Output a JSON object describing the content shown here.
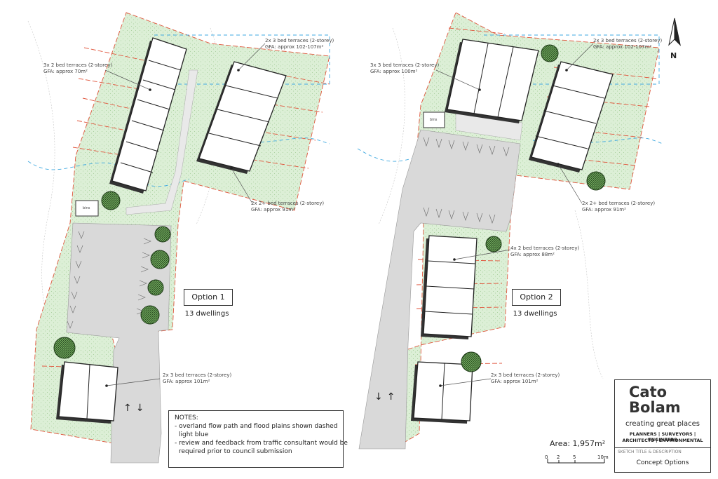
{
  "labels": {
    "opt1_3bed_top": [
      "2x 3 bed terraces  (2-storey)",
      "GFA: approx 102-107m²"
    ],
    "opt1_2bed": [
      "3x 2 bed terraces  (2-storey)",
      "GFA: approx 70m²"
    ],
    "opt1_2plus": [
      "2x 2+ bed terraces  (2-storey)",
      "GFA: approx 91m²"
    ],
    "opt1_3bed_bottom": [
      "2x 3 bed terraces  (2-storey)",
      "GFA: approx 101m²"
    ],
    "opt2_3bed_left": [
      "3x 3 bed terraces  (2-storey)",
      "GFA: approx 100m²"
    ],
    "opt2_3bed_right": [
      "2x 3 bed terraces  (2-storey)",
      "GFA: approx 102-107m²"
    ],
    "opt2_2plus": [
      "2x 2+ bed terraces  (2-storey)",
      "GFA: approx 91m²"
    ],
    "opt2_4x2": [
      "4x 2 bed terraces  (2-storey)",
      "GFA: approx 88m²"
    ],
    "opt2_3bed_bottom": [
      "2x 3 bed terraces  (2-storey)",
      "GFA: approx 101m²"
    ]
  },
  "bins_label": "bins",
  "option1": {
    "title": "Option 1",
    "dwellings": "13 dwellings"
  },
  "option2": {
    "title": "Option 2",
    "dwellings": "13 dwellings"
  },
  "notes": {
    "heading": "NOTES:",
    "lines": [
      "- overland flow path and flood plains shown dashed",
      "  light blue",
      "- review and feedback from traffic consultant would be",
      "  required prior to council submission"
    ]
  },
  "area": "Area: 1,957m²",
  "scale": {
    "ticks": [
      "0",
      "2",
      "5",
      "10m"
    ]
  },
  "north": "N",
  "title_block": {
    "brand_line1": "Cato",
    "brand_line2": "Bolam",
    "tagline": "creating great places",
    "services_line1": "PLANNERS | SURVEYORS | ENGINEERS",
    "services_line2": "ARCHITECTS | ENVIRONMENTAL",
    "sketch_title_label": "SKETCH TITLE & DESCRIPTION",
    "description": "Concept Options"
  },
  "colors": {
    "grass": "#dcefd6",
    "parking": "#d9d9d9",
    "path": "#e9e9e9",
    "boundary": "#e0553c",
    "flood": "#3fa9e0",
    "building": "#ffffff"
  }
}
